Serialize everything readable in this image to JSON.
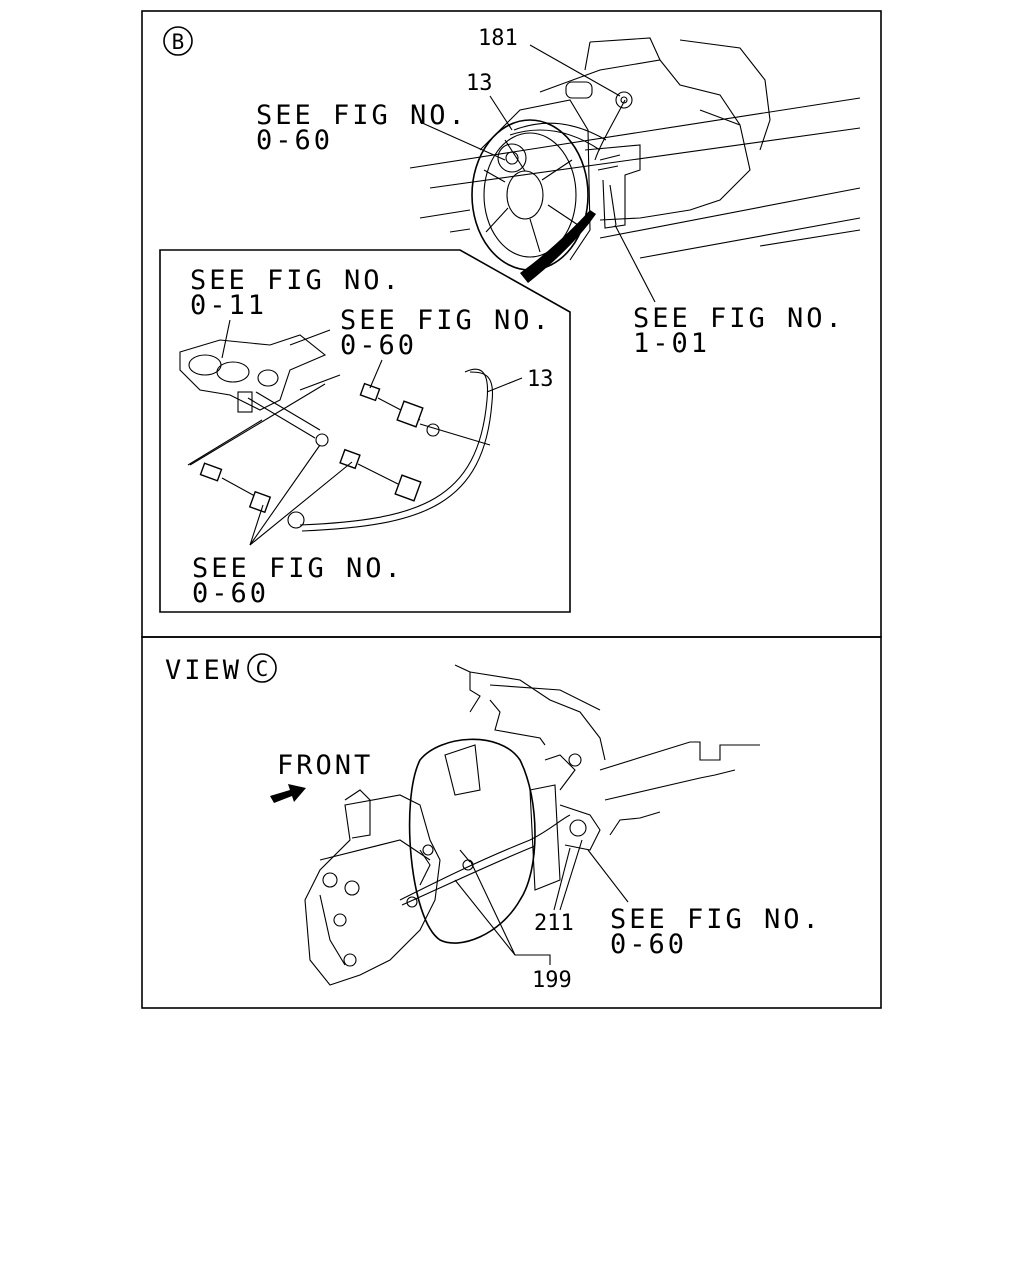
{
  "panel_b": {
    "marker": "B",
    "callouts": [
      "181",
      "13"
    ],
    "ref_fan": [
      "SEE FIG NO.",
      "0-60"
    ],
    "ref_bracket": [
      "SEE FIG NO.",
      "1-01"
    ]
  },
  "detail_inset": {
    "ref_top": [
      "SEE FIG NO.",
      "0-11"
    ],
    "ref_mid": [
      "SEE FIG NO.",
      "0-60"
    ],
    "callout": "13",
    "ref_bottom": [
      "SEE FIG NO.",
      "0-60"
    ]
  },
  "panel_c": {
    "view_label": "VIEW",
    "marker": "C",
    "direction_label": "FRONT",
    "callouts": [
      "211",
      "199"
    ],
    "ref_side": [
      "SEE FIG NO.",
      "0-60"
    ]
  }
}
